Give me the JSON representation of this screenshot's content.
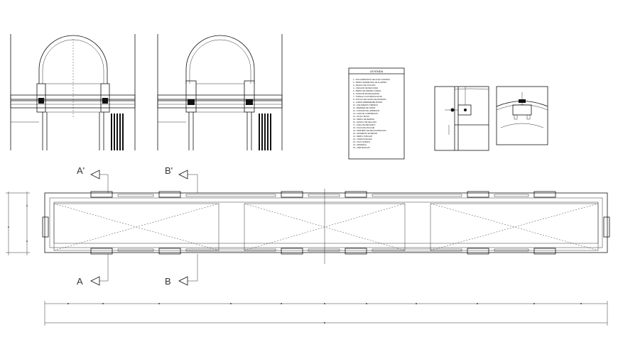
{
  "legend": {
    "title": "LEYENDA",
    "items": [
      "1.- POLICARBONATO CELULAR CURVADO",
      "2.- PERFIL PERIMETRAL DE ALUMINIO",
      "3.- ANGULO DE FIJACION",
      "4.- CANALON DE RECOGIDA",
      "5.- PERFIL DE CIERRE LATERAL",
      "6.- JUNTA DE ESTANQUEIDAD",
      "7.- TORNILLO AUTORROSCANTE",
      "8.- ZOCALO DE CHAPA GALVANIZADA",
      "9.- LAMINA IMPERMEABILIZANTE",
      "10.- AISLAMIENTO TERMICO",
      "11.- BARRERA DE VAPOR",
      "12.- FORJADO DE HORMIGON",
      "13.- CAPA DE COMPRESION",
      "14.- FALSO TECHO",
      "15.- PERFIL DE REMATE",
      "16.- MASILLA DE SELLADO",
      "17.- ANCLAJE MECANICO",
      "18.- PLACA DE ANCLAJE",
      "19.- MORTERO DE REGULARIZACION",
      "20.- PAVIMENTO EXTERIOR",
      "21.- PERFIL TUBULAR",
      "22.- CHAPA PLEGADA",
      "23.- TACO QUIMICO",
      "24.- ARANDELA",
      "25.- VIERTEAGUAS"
    ]
  },
  "sections": {
    "a_top": "A'",
    "b_top": "B'",
    "a_bottom": "A",
    "b_bottom": "B"
  }
}
